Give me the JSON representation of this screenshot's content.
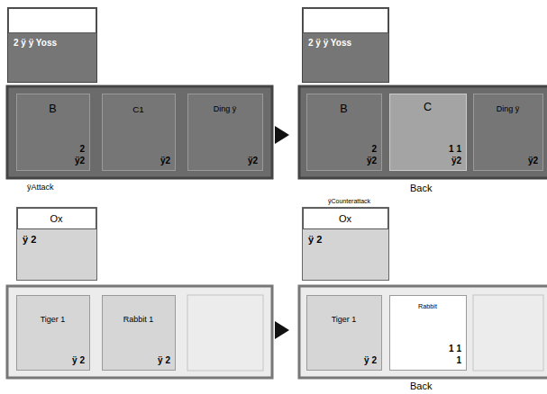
{
  "diagram": {
    "nodes": [
      {
        "text": [
          "2 ÿ ÿ Yoss"
        ]
      },
      {
        "text": [
          "B",
          "2",
          "ÿ2"
        ]
      },
      {
        "text": [
          "C1",
          "ÿ2"
        ]
      },
      {
        "text": [
          "Ding ÿ",
          "ÿ2"
        ]
      },
      {
        "text": [
          "2 ÿ ÿ Yoss"
        ]
      },
      {
        "text": [
          "B",
          "2",
          "ÿ2"
        ]
      },
      {
        "text": [
          "C",
          "1 1",
          "ÿ2"
        ]
      },
      {
        "text": [
          "Ding ÿ",
          "ÿ2"
        ]
      },
      {
        "text": [
          "Ox",
          "ÿ 2"
        ]
      },
      {
        "text": [
          "Tiger 1",
          "ÿ 2"
        ]
      },
      {
        "text": [
          "Rabbit 1",
          "ÿ 2"
        ]
      },
      {
        "text": [
          "Ox",
          "ÿ 2"
        ]
      },
      {
        "text": [
          "Tiger 1",
          "ÿ 2"
        ]
      },
      {
        "text": [
          "Rabbit",
          "1 1",
          "1"
        ]
      }
    ],
    "labels": [
      "ÿAttack",
      "ÿCounterattack",
      "Back",
      "Back"
    ]
  }
}
